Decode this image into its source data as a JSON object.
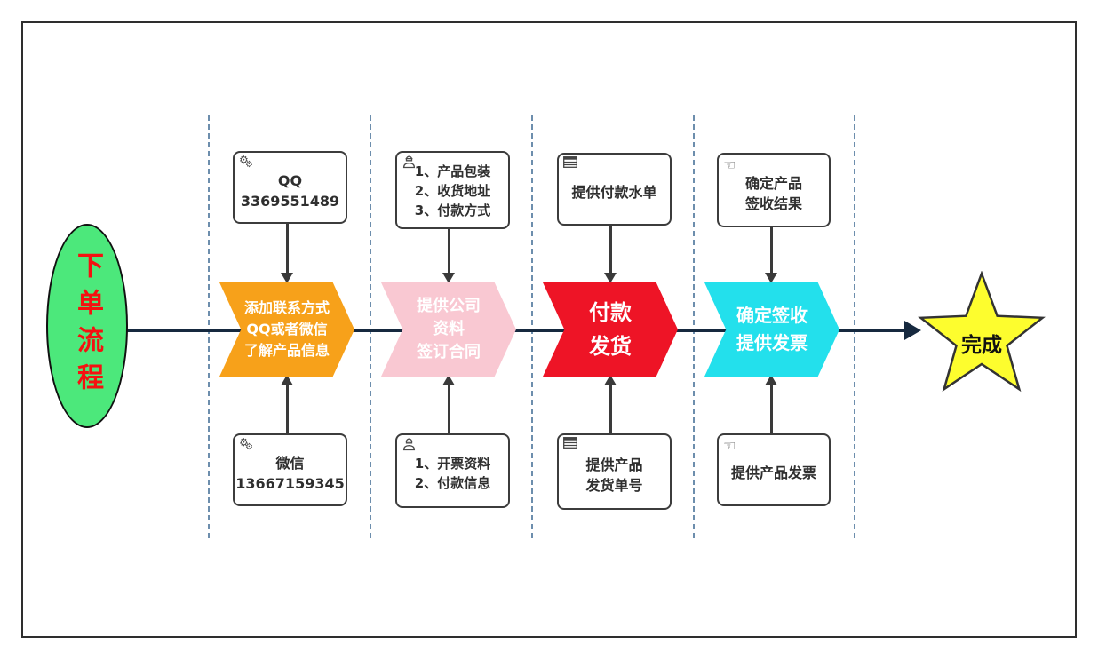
{
  "diagram": {
    "start": {
      "label": "下单流程",
      "fill": "#4ce87b",
      "text_color": "#f51111"
    },
    "end": {
      "label": "完成",
      "fill": "#fdfd2e"
    },
    "flow_line_color": "#16293f",
    "separator_color": "#6d8ead",
    "stages": [
      {
        "name": "add-contact",
        "top_box": {
          "icon": "gears-icon",
          "text": "QQ\n3369551489"
        },
        "chevron": {
          "text": "添加联系方式\nQQ或者微信\n了解产品信息",
          "color": "#f7a11a"
        },
        "bottom_box": {
          "icon": "gears-icon",
          "text": "微信\n13667159345"
        }
      },
      {
        "name": "company-info-contract",
        "top_box": {
          "icon": "worker-icon",
          "text": "1、产品包装\n2、收货地址\n3、付款方式"
        },
        "chevron": {
          "text": "提供公司\n资料\n签订合同",
          "color": "#f9c8d2"
        },
        "bottom_box": {
          "icon": "worker-icon",
          "text": "1、开票资料\n2、付款信息"
        }
      },
      {
        "name": "payment-shipping",
        "top_box": {
          "icon": "table-icon",
          "text": "提供付款水单"
        },
        "chevron": {
          "text": "付款\n发货",
          "color": "#ee1426"
        },
        "bottom_box": {
          "icon": "table-icon",
          "text": "提供产品\n发货单号"
        }
      },
      {
        "name": "receipt-invoice",
        "top_box": {
          "icon": "hand-icon",
          "text": "确定产品\n签收结果"
        },
        "chevron": {
          "text": "确定签收\n提供发票",
          "color": "#23e0ec"
        },
        "bottom_box": {
          "icon": "hand-icon",
          "text": "提供产品发票"
        }
      }
    ]
  }
}
